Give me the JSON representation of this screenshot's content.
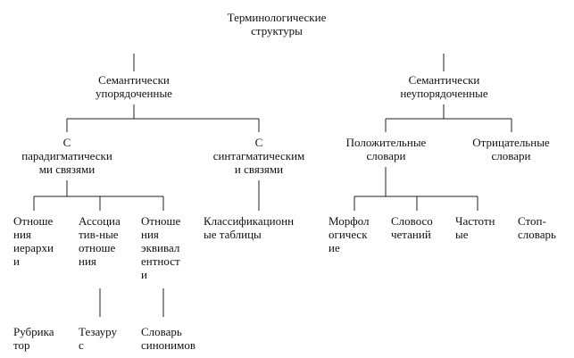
{
  "diagram": {
    "root": "Терминологические\nструктуры",
    "semantic_ordered": "Семантически\nупорядоченные",
    "semantic_unordered": "Семантически\nнеупорядоченные",
    "paradigmatic": "С\nпарадигматически\nми связями",
    "syntagmatic": "С\nсинтагматическим\nи связями",
    "positive_dicts": "Положительные\nсловари",
    "negative_dicts": "Отрицательные\nсловари",
    "hierarchy_rel": "Отноше\nния\nиерархи\nи",
    "assoc_rel": "Ассоциа\nтив-ные\nотноше\nния",
    "equiv_rel": "Отноше\nния\nэквивал\nентност\nи",
    "classification": "Классификационн\nые таблицы",
    "morph": "Морфол\nогическ\nие",
    "wordcomb": "Словосо\nчетаний",
    "freq": "Частотн\nые",
    "stop": "Стоп-\nсловарь",
    "rubricator": "Рубрика\nтор",
    "thesaurus": "Тезауру\nс",
    "synonyms": "Словарь\nсинонимов"
  }
}
